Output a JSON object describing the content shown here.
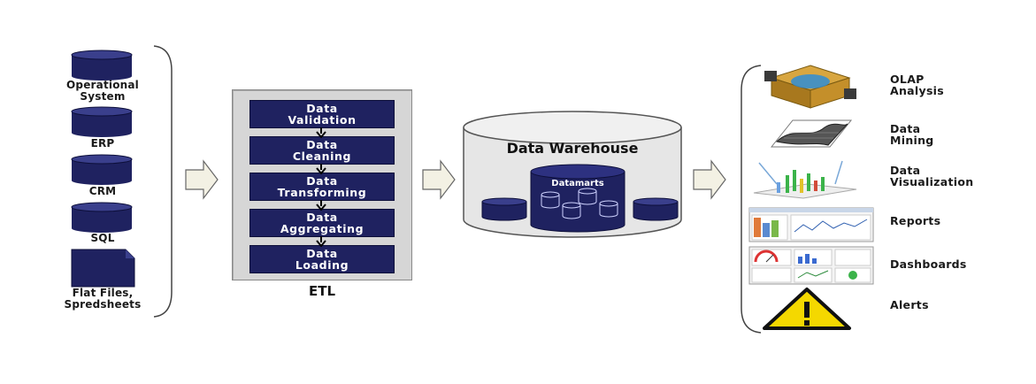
{
  "sources": [
    {
      "label_lines": [
        "Operational",
        "System"
      ],
      "icon": "database-cylinder-icon"
    },
    {
      "label_lines": [
        "ERP"
      ],
      "icon": "database-cylinder-icon"
    },
    {
      "label_lines": [
        "CRM"
      ],
      "icon": "database-cylinder-icon"
    },
    {
      "label_lines": [
        "SQL"
      ],
      "icon": "database-cylinder-icon"
    },
    {
      "label_lines": [
        "Flat Files,",
        "Spredsheets"
      ],
      "icon": "flat-file-icon"
    }
  ],
  "etl": {
    "title": "ETL",
    "steps": [
      {
        "lines": [
          "Data",
          "Validation"
        ]
      },
      {
        "lines": [
          "Data",
          "Cleaning"
        ]
      },
      {
        "lines": [
          "Data",
          "Transforming"
        ]
      },
      {
        "lines": [
          "Data",
          "Aggregating"
        ]
      },
      {
        "lines": [
          "Data",
          "Loading"
        ]
      }
    ]
  },
  "warehouse": {
    "title": "Data Warehouse",
    "datamarts_label": "Datamarts"
  },
  "tools": [
    {
      "label_lines": [
        "OLAP",
        "Analysis"
      ],
      "icon": "olap-cube-icon"
    },
    {
      "label_lines": [
        "Data",
        "Mining"
      ],
      "icon": "surface-plot-icon"
    },
    {
      "label_lines": [
        "Data",
        "Visualization"
      ],
      "icon": "3d-bar-chart-icon"
    },
    {
      "label_lines": [
        "Reports"
      ],
      "icon": "report-screenshot-icon"
    },
    {
      "label_lines": [
        "Dashboards"
      ],
      "icon": "dashboard-screenshot-icon"
    },
    {
      "label_lines": [
        "Alerts"
      ],
      "icon": "warning-triangle-icon"
    }
  ],
  "colors": {
    "navy": "#1f2260",
    "etl_panel": "#d6d6d6",
    "warehouse_body": "#e6e6e6",
    "arrow_fill": "#f3f1e4",
    "alert_yellow": "#f4d800"
  }
}
